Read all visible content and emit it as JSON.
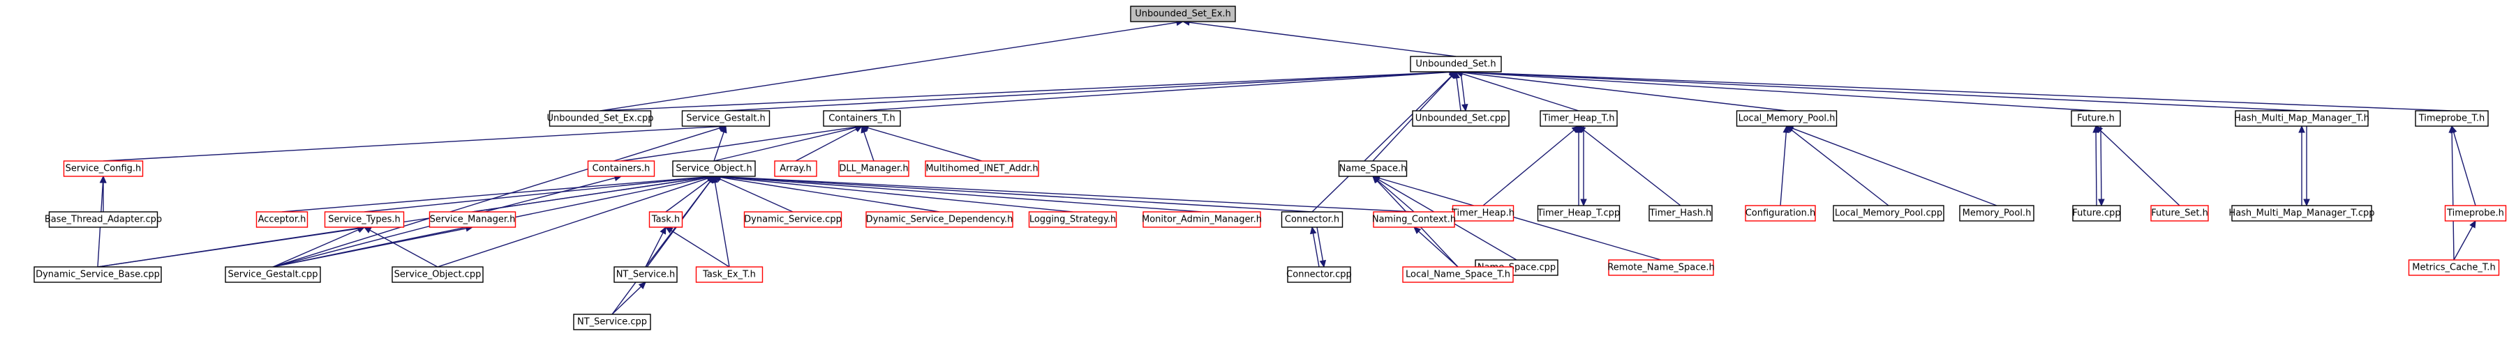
{
  "colors": {
    "edge": "#191970",
    "default_border": "#000000",
    "undocumented_border": "#ff0000",
    "root_fill": "#bfbfbf"
  },
  "nodes": [
    {
      "id": "n_root",
      "label": "Unbounded_Set_Ex.h",
      "status": "root"
    },
    {
      "id": "n_unb",
      "label": "Unbounded_Set.h",
      "status": "documented"
    },
    {
      "id": "n_unb_ex_cpp",
      "label": "Unbounded_Set_Ex.cpp",
      "status": "documented"
    },
    {
      "id": "n_sgest_h",
      "label": "Service_Gestalt.h",
      "status": "documented"
    },
    {
      "id": "n_cont",
      "label": "Containers_T.h",
      "status": "documented"
    },
    {
      "id": "n_unb_cpp",
      "label": "Unbounded_Set.cpp",
      "status": "documented"
    },
    {
      "id": "n_theap",
      "label": "Timer_Heap_T.h",
      "status": "documented"
    },
    {
      "id": "n_lmp",
      "label": "Local_Memory_Pool.h",
      "status": "documented"
    },
    {
      "id": "n_fut",
      "label": "Future.h",
      "status": "documented"
    },
    {
      "id": "n_hmm",
      "label": "Hash_Multi_Map_Manager_T.h",
      "status": "documented"
    },
    {
      "id": "n_tprobe_t",
      "label": "Timeprobe_T.h",
      "status": "documented"
    },
    {
      "id": "n_sconfig",
      "label": "Service_Config.h",
      "status": "undocumented"
    },
    {
      "id": "n_containers",
      "label": "Containers.h",
      "status": "undocumented"
    },
    {
      "id": "n_sobj",
      "label": "Service_Object.h",
      "status": "documented"
    },
    {
      "id": "n_array",
      "label": "Array.h",
      "status": "undocumented"
    },
    {
      "id": "n_dll",
      "label": "DLL_Manager.h",
      "status": "undocumented"
    },
    {
      "id": "n_mhinet",
      "label": "Multihomed_INET_Addr.h",
      "status": "undocumented"
    },
    {
      "id": "n_nspace",
      "label": "Name_Space.h",
      "status": "documented"
    },
    {
      "id": "n_theap2",
      "label": "Timer_Heap.h",
      "status": "undocumented"
    },
    {
      "id": "n_theap_cpp",
      "label": "Timer_Heap_T.cpp",
      "status": "documented"
    },
    {
      "id": "n_thash",
      "label": "Timer_Hash.h",
      "status": "documented"
    },
    {
      "id": "n_conf",
      "label": "Configuration.h",
      "status": "undocumented"
    },
    {
      "id": "n_lmp_cpp",
      "label": "Local_Memory_Pool.cpp",
      "status": "documented"
    },
    {
      "id": "n_mempool",
      "label": "Memory_Pool.h",
      "status": "documented"
    },
    {
      "id": "n_fut_cpp",
      "label": "Future.cpp",
      "status": "documented"
    },
    {
      "id": "n_futset",
      "label": "Future_Set.h",
      "status": "undocumented"
    },
    {
      "id": "n_hmm_cpp",
      "label": "Hash_Multi_Map_Manager_T.cpp",
      "status": "documented"
    },
    {
      "id": "n_tprobe",
      "label": "Timeprobe.h",
      "status": "undocumented"
    },
    {
      "id": "n_bta",
      "label": "Base_Thread_Adapter.cpp",
      "status": "documented"
    },
    {
      "id": "n_acceptor",
      "label": "Acceptor.h",
      "status": "undocumented"
    },
    {
      "id": "n_stypes",
      "label": "Service_Types.h",
      "status": "undocumented"
    },
    {
      "id": "n_smgr",
      "label": "Service_Manager.h",
      "status": "undocumented"
    },
    {
      "id": "n_task",
      "label": "Task.h",
      "status": "undocumented"
    },
    {
      "id": "n_dynsvc",
      "label": "Dynamic_Service.cpp",
      "status": "undocumented"
    },
    {
      "id": "n_dsdep",
      "label": "Dynamic_Service_Dependency.h",
      "status": "undocumented"
    },
    {
      "id": "n_logstrat",
      "label": "Logging_Strategy.h",
      "status": "undocumented"
    },
    {
      "id": "n_mam",
      "label": "Monitor_Admin_Manager.h",
      "status": "undocumented"
    },
    {
      "id": "n_connector",
      "label": "Connector.h",
      "status": "documented"
    },
    {
      "id": "n_nctx",
      "label": "Naming_Context.h",
      "status": "undocumented"
    },
    {
      "id": "n_nspace_cpp",
      "label": "Name_Space.cpp",
      "status": "documented"
    },
    {
      "id": "n_rns",
      "label": "Remote_Name_Space.h",
      "status": "undocumented"
    },
    {
      "id": "n_mcache",
      "label": "Metrics_Cache_T.h",
      "status": "undocumented"
    },
    {
      "id": "n_dsb_cpp",
      "label": "Dynamic_Service_Base.cpp",
      "status": "documented"
    },
    {
      "id": "n_sgest_cpp",
      "label": "Service_Gestalt.cpp",
      "status": "documented"
    },
    {
      "id": "n_sobj_cpp",
      "label": "Service_Object.cpp",
      "status": "documented"
    },
    {
      "id": "n_ntsvc",
      "label": "NT_Service.h",
      "status": "documented"
    },
    {
      "id": "n_taskex",
      "label": "Task_Ex_T.h",
      "status": "undocumented"
    },
    {
      "id": "n_conn_cpp",
      "label": "Connector.cpp",
      "status": "documented"
    },
    {
      "id": "n_lns",
      "label": "Local_Name_Space_T.h",
      "status": "undocumented"
    },
    {
      "id": "n_ntsvc_cpp",
      "label": "NT_Service.cpp",
      "status": "documented"
    }
  ],
  "edges": [
    [
      "n_unb",
      "n_root"
    ],
    [
      "n_unb_ex_cpp",
      "n_root"
    ],
    [
      "n_unb_ex_cpp",
      "n_unb"
    ],
    [
      "n_sgest_h",
      "n_unb"
    ],
    [
      "n_cont",
      "n_unb"
    ],
    [
      "n_unb_cpp",
      "n_unb"
    ],
    [
      "n_theap",
      "n_unb"
    ],
    [
      "n_lmp",
      "n_unb"
    ],
    [
      "n_fut",
      "n_unb"
    ],
    [
      "n_hmm",
      "n_unb"
    ],
    [
      "n_tprobe_t",
      "n_unb"
    ],
    [
      "n_nspace",
      "n_unb"
    ],
    [
      "n_connector",
      "n_unb"
    ],
    [
      "n_unb",
      "n_unb_cpp"
    ],
    [
      "n_sconfig",
      "n_sgest_h"
    ],
    [
      "n_sobj",
      "n_sgest_h"
    ],
    [
      "n_sgest_cpp",
      "n_sgest_h"
    ],
    [
      "n_containers",
      "n_cont"
    ],
    [
      "n_array",
      "n_cont"
    ],
    [
      "n_dll",
      "n_cont"
    ],
    [
      "n_mhinet",
      "n_cont"
    ],
    [
      "n_sobj",
      "n_cont"
    ],
    [
      "n_theap2",
      "n_theap"
    ],
    [
      "n_theap_cpp",
      "n_theap"
    ],
    [
      "n_theap",
      "n_theap_cpp"
    ],
    [
      "n_thash",
      "n_theap"
    ],
    [
      "n_conf",
      "n_lmp"
    ],
    [
      "n_lmp_cpp",
      "n_lmp"
    ],
    [
      "n_mempool",
      "n_lmp"
    ],
    [
      "n_fut_cpp",
      "n_fut"
    ],
    [
      "n_fut",
      "n_fut_cpp"
    ],
    [
      "n_futset",
      "n_fut"
    ],
    [
      "n_hmm_cpp",
      "n_hmm"
    ],
    [
      "n_hmm",
      "n_hmm_cpp"
    ],
    [
      "n_tprobe",
      "n_tprobe_t"
    ],
    [
      "n_mcache",
      "n_tprobe_t"
    ],
    [
      "n_mcache",
      "n_tprobe"
    ],
    [
      "n_bta",
      "n_sconfig"
    ],
    [
      "n_dsb_cpp",
      "n_sconfig"
    ],
    [
      "n_sgest_cpp",
      "n_containers"
    ],
    [
      "n_acceptor",
      "n_sobj"
    ],
    [
      "n_stypes",
      "n_sobj"
    ],
    [
      "n_smgr",
      "n_sobj"
    ],
    [
      "n_task",
      "n_sobj"
    ],
    [
      "n_dynsvc",
      "n_sobj"
    ],
    [
      "n_dsdep",
      "n_sobj"
    ],
    [
      "n_logstrat",
      "n_sobj"
    ],
    [
      "n_mam",
      "n_sobj"
    ],
    [
      "n_connector",
      "n_sobj"
    ],
    [
      "n_nctx",
      "n_sobj"
    ],
    [
      "n_sgest_cpp",
      "n_sobj"
    ],
    [
      "n_sobj_cpp",
      "n_sobj"
    ],
    [
      "n_dsb_cpp",
      "n_sobj"
    ],
    [
      "n_ntsvc",
      "n_sobj"
    ],
    [
      "n_taskex",
      "n_sobj"
    ],
    [
      "n_ntsvc_cpp",
      "n_sobj"
    ],
    [
      "n_nctx",
      "n_nspace"
    ],
    [
      "n_nspace_cpp",
      "n_nspace"
    ],
    [
      "n_rns",
      "n_nspace"
    ],
    [
      "n_lns",
      "n_nspace"
    ],
    [
      "n_sgest_cpp",
      "n_stypes"
    ],
    [
      "n_sobj_cpp",
      "n_stypes"
    ],
    [
      "n_dsb_cpp",
      "n_stypes"
    ],
    [
      "n_sgest_cpp",
      "n_smgr"
    ],
    [
      "n_ntsvc",
      "n_task"
    ],
    [
      "n_taskex",
      "n_task"
    ],
    [
      "n_conn_cpp",
      "n_connector"
    ],
    [
      "n_connector",
      "n_conn_cpp"
    ],
    [
      "n_lns",
      "n_nctx"
    ],
    [
      "n_ntsvc_cpp",
      "n_ntsvc"
    ]
  ]
}
